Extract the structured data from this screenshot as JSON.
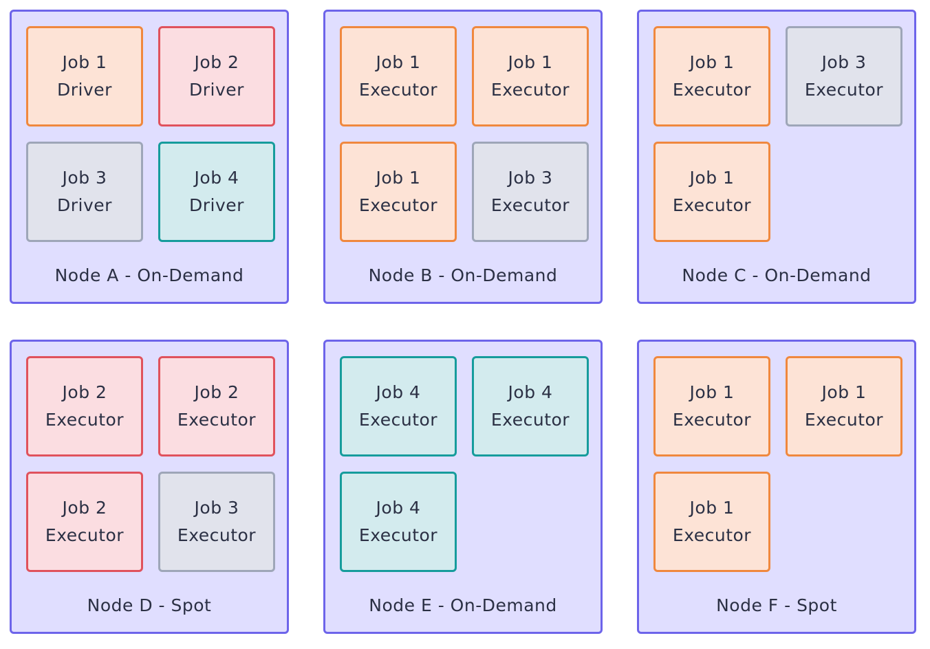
{
  "nodes": [
    {
      "label": "Node A - On-Demand",
      "jobs": [
        {
          "job": "Job 1",
          "role": "Driver",
          "kind": "job-1"
        },
        {
          "job": "Job 2",
          "role": "Driver",
          "kind": "job-2"
        },
        {
          "job": "Job 3",
          "role": "Driver",
          "kind": "job-3"
        },
        {
          "job": "Job 4",
          "role": "Driver",
          "kind": "job-4"
        }
      ]
    },
    {
      "label": "Node B - On-Demand",
      "jobs": [
        {
          "job": "Job 1",
          "role": "Executor",
          "kind": "job-1"
        },
        {
          "job": "Job 1",
          "role": "Executor",
          "kind": "job-1"
        },
        {
          "job": "Job 1",
          "role": "Executor",
          "kind": "job-1"
        },
        {
          "job": "Job 3",
          "role": "Executor",
          "kind": "job-3"
        }
      ]
    },
    {
      "label": "Node C - On-Demand",
      "jobs": [
        {
          "job": "Job 1",
          "role": "Executor",
          "kind": "job-1"
        },
        {
          "job": "Job 3",
          "role": "Executor",
          "kind": "job-3"
        },
        {
          "job": "Job 1",
          "role": "Executor",
          "kind": "job-1"
        }
      ]
    },
    {
      "label": "Node D - Spot",
      "jobs": [
        {
          "job": "Job 2",
          "role": "Executor",
          "kind": "job-2"
        },
        {
          "job": "Job 2",
          "role": "Executor",
          "kind": "job-2"
        },
        {
          "job": "Job 2",
          "role": "Executor",
          "kind": "job-2"
        },
        {
          "job": "Job 3",
          "role": "Executor",
          "kind": "job-3"
        }
      ]
    },
    {
      "label": "Node E - On-Demand",
      "jobs": [
        {
          "job": "Job 4",
          "role": "Executor",
          "kind": "job-4"
        },
        {
          "job": "Job 4",
          "role": "Executor",
          "kind": "job-4"
        },
        {
          "job": "Job 4",
          "role": "Executor",
          "kind": "job-4"
        }
      ]
    },
    {
      "label": "Node F - Spot",
      "jobs": [
        {
          "job": "Job 1",
          "role": "Executor",
          "kind": "job-1"
        },
        {
          "job": "Job 1",
          "role": "Executor",
          "kind": "job-1"
        },
        {
          "job": "Job 1",
          "role": "Executor",
          "kind": "job-1"
        }
      ]
    }
  ],
  "colors": {
    "node_fill": "#e0deff",
    "node_border": "#6d64ea",
    "job_1": {
      "fill": "#fde3d6",
      "border": "#f0883e"
    },
    "job_2": {
      "fill": "#fbdde1",
      "border": "#e0525d"
    },
    "job_3": {
      "fill": "#e1e3ec",
      "border": "#9ea6b8"
    },
    "job_4": {
      "fill": "#d3ebee",
      "border": "#169c9c"
    }
  }
}
